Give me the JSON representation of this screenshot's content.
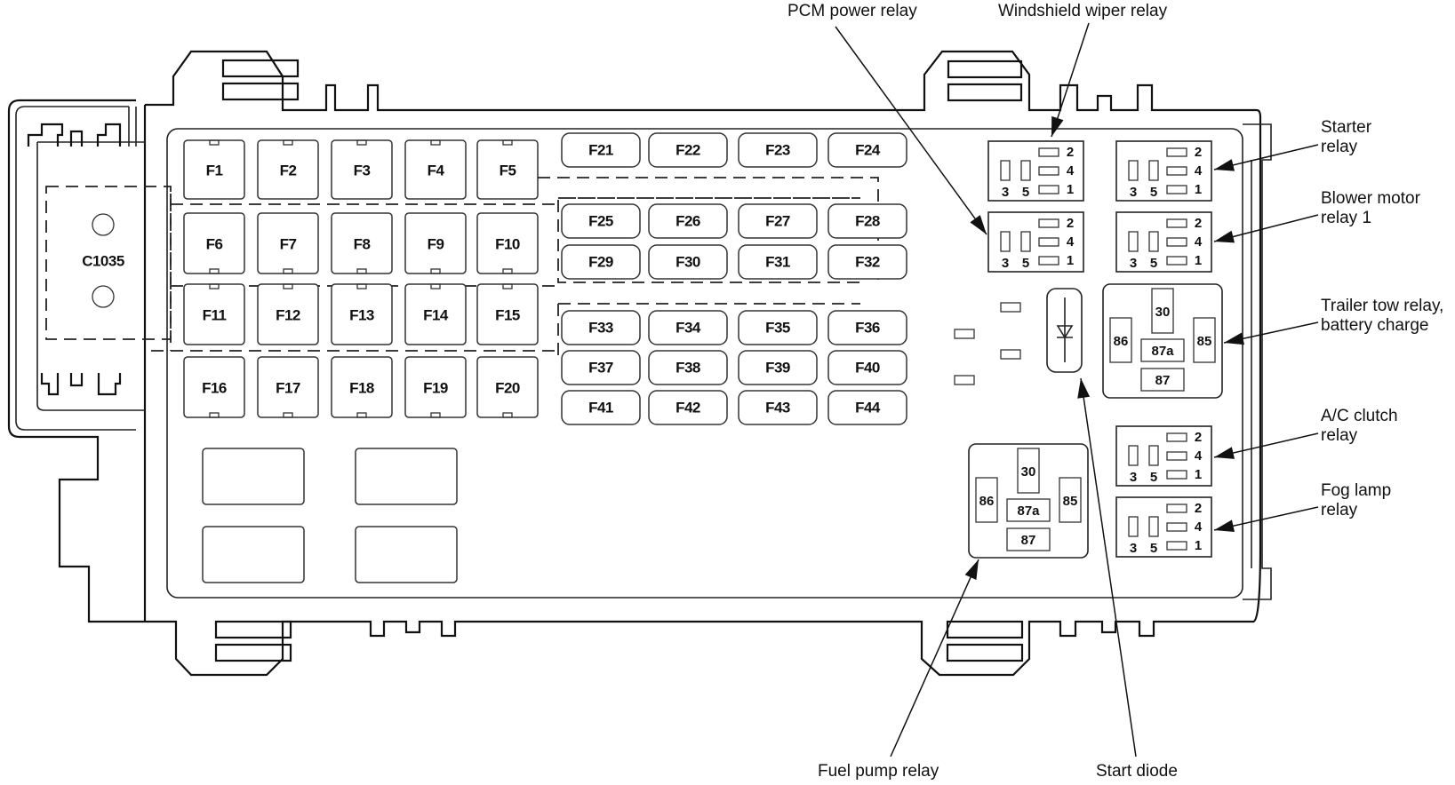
{
  "title": "Fuse/relay box layout",
  "connector": {
    "label": "C1035"
  },
  "fuses": {
    "row1": [
      "F1",
      "F2",
      "F3",
      "F4",
      "F5"
    ],
    "row2": [
      "F6",
      "F7",
      "F8",
      "F9",
      "F10"
    ],
    "row3": [
      "F11",
      "F12",
      "F13",
      "F14",
      "F15"
    ],
    "row4": [
      "F16",
      "F17",
      "F18",
      "F19",
      "F20"
    ],
    "mini_row1": [
      "F21",
      "F22",
      "F23",
      "F24"
    ],
    "mini_row2": [
      "F25",
      "F26",
      "F27",
      "F28"
    ],
    "mini_row3": [
      "F29",
      "F30",
      "F31",
      "F32"
    ],
    "mini_row4": [
      "F33",
      "F34",
      "F35",
      "F36"
    ],
    "mini_row5": [
      "F37",
      "F38",
      "F39",
      "F40"
    ],
    "mini_row6": [
      "F41",
      "F42",
      "F43",
      "F44"
    ]
  },
  "micro_relay_pins": {
    "p2": "2",
    "p4": "4",
    "p1": "1",
    "p3": "3",
    "p5": "5"
  },
  "iso_relay_pins": {
    "p30": "30",
    "p86": "86",
    "p85": "85",
    "p87a": "87a",
    "p87": "87"
  },
  "callouts": {
    "pcm_power_relay": "PCM power relay",
    "windshield_wiper_relay": "Windshield wiper relay",
    "starter_relay": [
      "Starter",
      "relay"
    ],
    "blower_motor_relay": [
      "Blower motor",
      "relay 1"
    ],
    "trailer_tow_relay": [
      "Trailer tow relay,",
      "battery charge"
    ],
    "ac_clutch_relay": [
      "A/C clutch",
      "relay"
    ],
    "fog_lamp_relay": [
      "Fog lamp",
      "relay"
    ],
    "fuel_pump_relay": "Fuel pump relay",
    "start_diode": "Start diode"
  }
}
